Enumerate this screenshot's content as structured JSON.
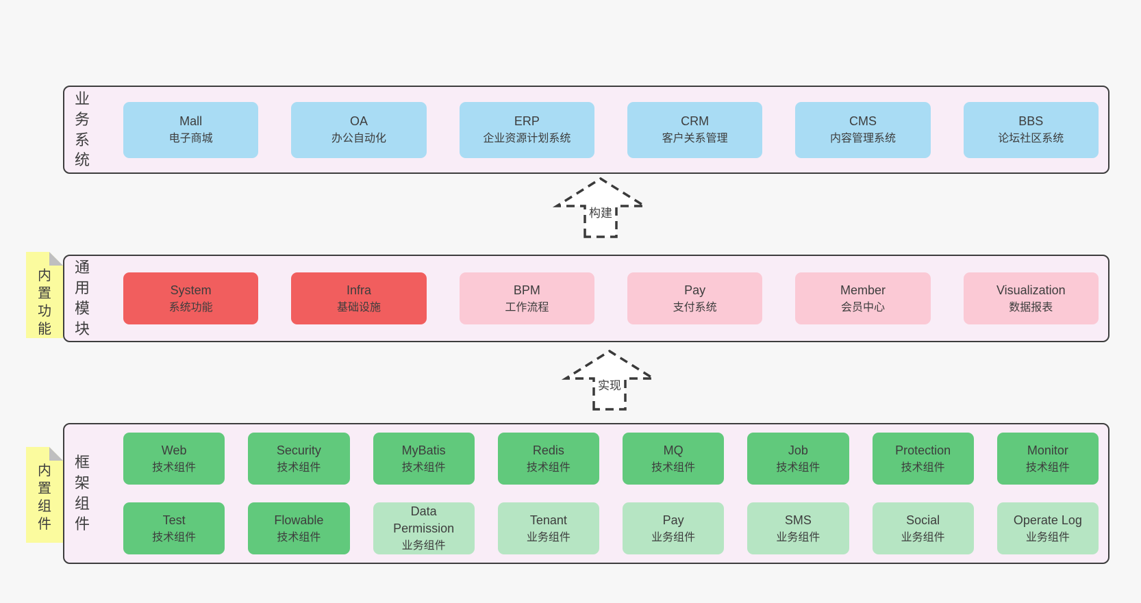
{
  "colors": {
    "page_bg": "#f7f7f7",
    "layer_bg": "#f9edf7",
    "layer_border": "#3d3d3d",
    "box_blue": "#a9dcf4",
    "box_red": "#f15e5e",
    "box_pink": "#fbc9d5",
    "box_green": "#61c97c",
    "box_green_light": "#b6e5c3",
    "note_yellow": "#fbfb9e",
    "note_fold": "#bfbfc0",
    "text": "#3d3d3d",
    "arrow": "#3a3a3a"
  },
  "arrows": [
    {
      "label": "构建"
    },
    {
      "label": "实现"
    }
  ],
  "layers": [
    {
      "label": "业务系统",
      "rows": [
        [
          {
            "name": "Mall",
            "subtitle": "电子商城",
            "variant": "blue"
          },
          {
            "name": "OA",
            "subtitle": "办公自动化",
            "variant": "blue"
          },
          {
            "name": "ERP",
            "subtitle": "企业资源计划系统",
            "variant": "blue"
          },
          {
            "name": "CRM",
            "subtitle": "客户关系管理",
            "variant": "blue"
          },
          {
            "name": "CMS",
            "subtitle": "内容管理系统",
            "variant": "blue"
          },
          {
            "name": "BBS",
            "subtitle": "论坛社区系统",
            "variant": "blue"
          }
        ]
      ]
    },
    {
      "label": "通用模块",
      "note": "内置功能",
      "rows": [
        [
          {
            "name": "System",
            "subtitle": "系统功能",
            "variant": "red"
          },
          {
            "name": "Infra",
            "subtitle": "基础设施",
            "variant": "red"
          },
          {
            "name": "BPM",
            "subtitle": "工作流程",
            "variant": "pink"
          },
          {
            "name": "Pay",
            "subtitle": "支付系统",
            "variant": "pink"
          },
          {
            "name": "Member",
            "subtitle": "会员中心",
            "variant": "pink"
          },
          {
            "name": "Visualization",
            "subtitle": "数据报表",
            "variant": "pink"
          }
        ]
      ]
    },
    {
      "label": "框架组件",
      "note": "内置组件",
      "rows": [
        [
          {
            "name": "Web",
            "subtitle": "技术组件",
            "variant": "green"
          },
          {
            "name": "Security",
            "subtitle": "技术组件",
            "variant": "green"
          },
          {
            "name": "MyBatis",
            "subtitle": "技术组件",
            "variant": "green"
          },
          {
            "name": "Redis",
            "subtitle": "技术组件",
            "variant": "green"
          },
          {
            "name": "MQ",
            "subtitle": "技术组件",
            "variant": "green"
          },
          {
            "name": "Job",
            "subtitle": "技术组件",
            "variant": "green"
          },
          {
            "name": "Protection",
            "subtitle": "技术组件",
            "variant": "green"
          },
          {
            "name": "Monitor",
            "subtitle": "技术组件",
            "variant": "green"
          }
        ],
        [
          {
            "name": "Test",
            "subtitle": "技术组件",
            "variant": "green"
          },
          {
            "name": "Flowable",
            "subtitle": "技术组件",
            "variant": "green"
          },
          {
            "name": "Data Permission",
            "subtitle": "业务组件",
            "variant": "green-light"
          },
          {
            "name": "Tenant",
            "subtitle": "业务组件",
            "variant": "green-light"
          },
          {
            "name": "Pay",
            "subtitle": "业务组件",
            "variant": "green-light"
          },
          {
            "name": "SMS",
            "subtitle": "业务组件",
            "variant": "green-light"
          },
          {
            "name": "Social",
            "subtitle": "业务组件",
            "variant": "green-light"
          },
          {
            "name": "Operate Log",
            "subtitle": "业务组件",
            "variant": "green-light"
          }
        ]
      ]
    }
  ]
}
